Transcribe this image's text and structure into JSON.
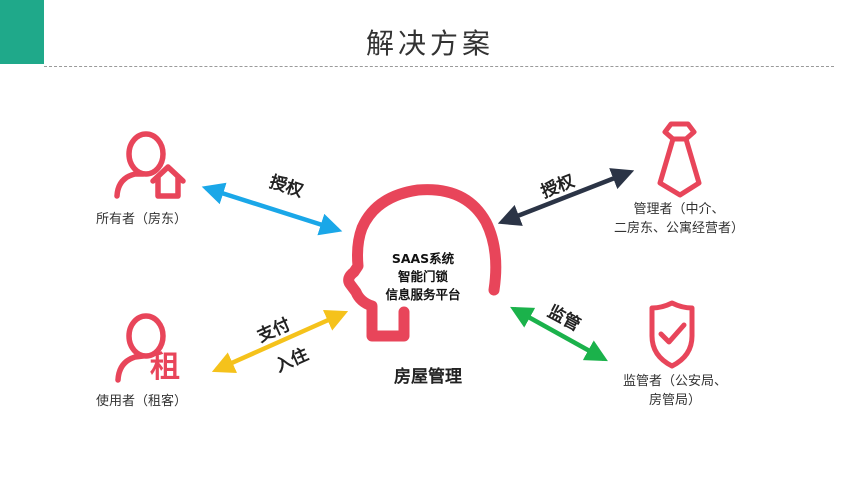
{
  "page": {
    "title": "解决方案"
  },
  "center": {
    "lines": [
      "SAAS系统",
      "智能门锁",
      "信息服务平台"
    ],
    "caption": "房屋管理"
  },
  "nodes": {
    "owner": {
      "label": "所有者（房东）",
      "icon": "person-house-icon"
    },
    "manager": {
      "line1": "管理者（中介、",
      "line2": "二房东、公寓经营者）",
      "icon": "tie-icon"
    },
    "user": {
      "label": "使用者（租客）",
      "icon": "person-rent-icon",
      "glyph": "租"
    },
    "supervisor": {
      "line1": "监管者（公安局、",
      "line2": "房管局）",
      "icon": "shield-check-icon"
    }
  },
  "arrows": {
    "owner_link": {
      "label": "授权",
      "color": "#1aa7e8"
    },
    "manager_link": {
      "label": "授权",
      "color": "#2b3446"
    },
    "user_link": {
      "label1": "支付",
      "label2": "入住",
      "color": "#f5c21b"
    },
    "supervisor_link": {
      "label": "监管",
      "color": "#1bb24b"
    }
  },
  "colors": {
    "accent": "#1fa98a",
    "icon_red": "#e8455a"
  }
}
